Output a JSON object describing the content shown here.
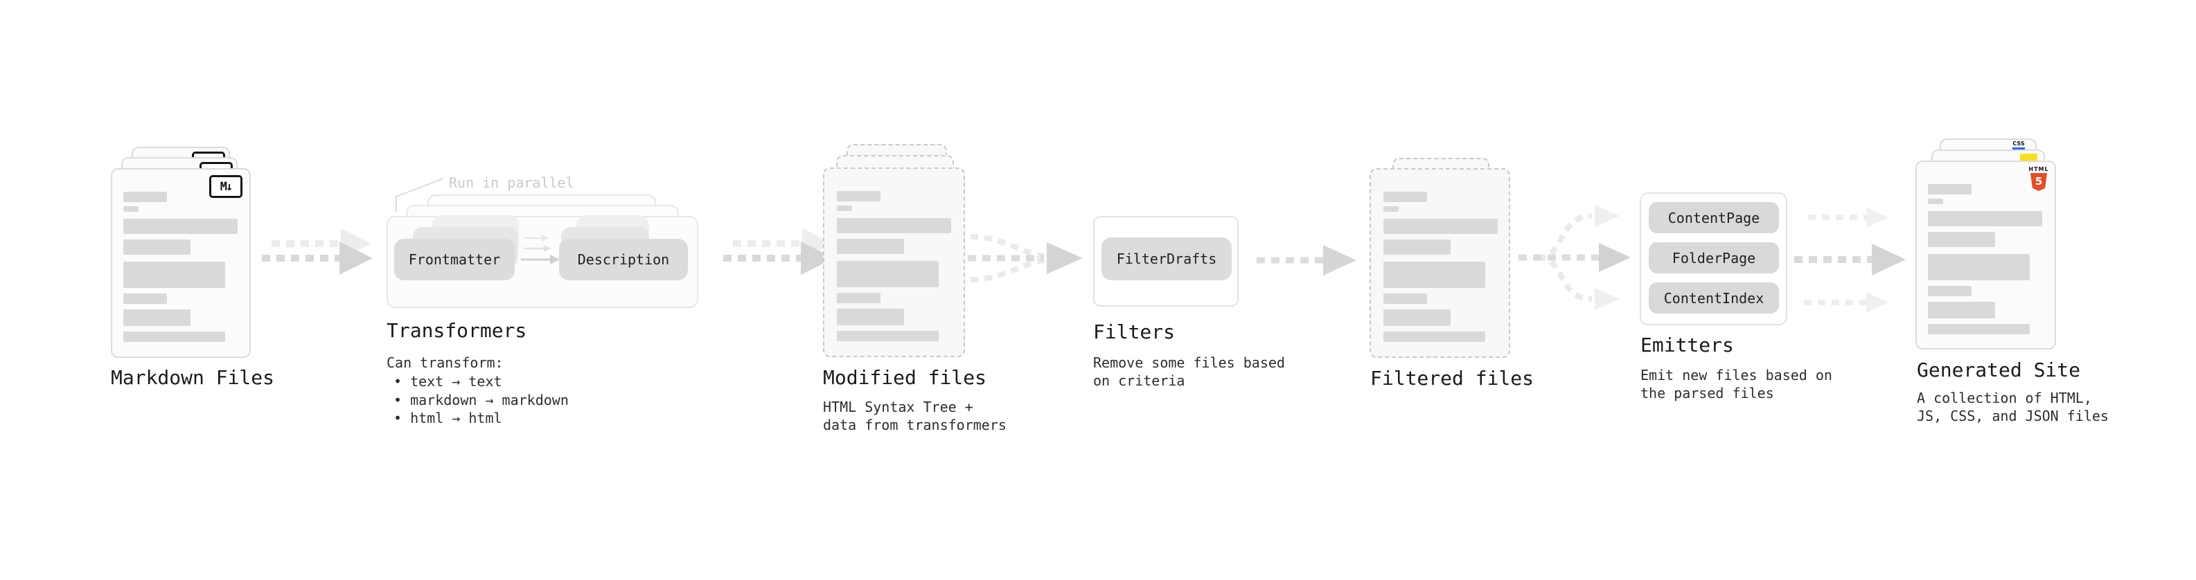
{
  "stages": {
    "markdown": {
      "label": "Markdown Files",
      "icon": "M↓"
    },
    "transformers": {
      "label": "Transformers",
      "note": "Run in parallel",
      "pill_left": "Frontmatter",
      "pill_right": "Description",
      "desc_title": "Can transform:",
      "desc_items": [
        "• text → text",
        "• markdown → markdown",
        "• html → html"
      ]
    },
    "modified": {
      "label": "Modified files",
      "desc_line1": "HTML Syntax Tree +",
      "desc_line2": "data from transformers"
    },
    "filters": {
      "label": "Filters",
      "pill": "FilterDrafts",
      "desc_line1": "Remove some files based",
      "desc_line2": "on criteria"
    },
    "filtered": {
      "label": "Filtered files"
    },
    "emitters": {
      "label": "Emitters",
      "pills": [
        "ContentPage",
        "FolderPage",
        "ContentIndex"
      ],
      "desc_line1": "Emit new files based on",
      "desc_line2": "the parsed files"
    },
    "generated": {
      "label": "Generated Site",
      "desc_line1": "A collection of HTML,",
      "desc_line2": "JS, CSS, and JSON files",
      "badge_html_word": "HTML",
      "badge_html_five": "5",
      "badge_css_word": "CSS"
    }
  },
  "colors": {
    "html5_orange": "#e44d26",
    "js_yellow": "#f7df1e",
    "css_blue": "#2965f1",
    "bar_gray": "#d9d9d9",
    "arrow_gray": "#d6d6d6",
    "note_gray": "#c9c9c9"
  }
}
